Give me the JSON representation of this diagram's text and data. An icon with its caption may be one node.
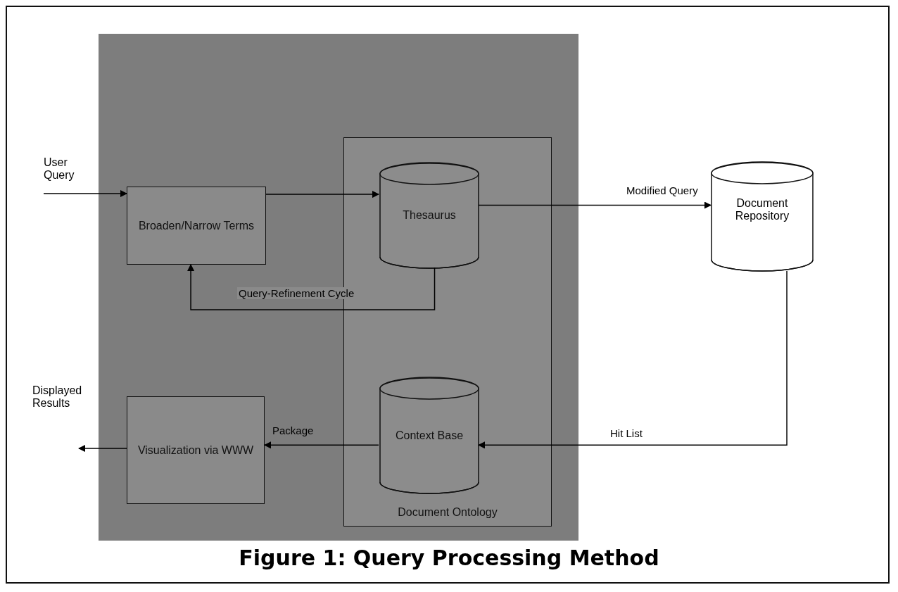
{
  "diagram": {
    "title": "Figure 1: Query Processing Method",
    "nodes": [
      {
        "text": [],
        "shape": "box"
      },
      {
        "text": [
          "User Query"
        ]
      },
      {
        "text": [
          "Broaden/Narrow Terms"
        ],
        "in": 0
      },
      {
        "text": [
          "Document Ontology"
        ],
        "in": 0
      },
      {
        "text": [
          "Thesaurus"
        ],
        "in": 3
      },
      {
        "text": [
          "Context Base"
        ],
        "in": 3
      },
      {
        "text": [
          "Visualization via WWW"
        ],
        "in": 0
      },
      {
        "text": [
          "Displayed Results"
        ]
      },
      {
        "text": [
          "Document Repository"
        ]
      }
    ],
    "edges": [
      {
        "from": 1,
        "to": 2,
        "arrow": "to"
      },
      {
        "from": 2,
        "to": 4,
        "arrow": "to"
      },
      {
        "from": 4,
        "to": 8,
        "arrow": "to",
        "label": "Modified Query"
      },
      {
        "from": 4,
        "to": 2,
        "arrow": "to",
        "label": "Query-Refinement Cycle"
      },
      {
        "from": 8,
        "to": 5,
        "arrow": "to",
        "label": "Hit List"
      },
      {
        "from": 5,
        "to": 6,
        "arrow": "to",
        "label": "Package"
      },
      {
        "from": 6,
        "to": 7,
        "arrow": "to"
      }
    ]
  }
}
